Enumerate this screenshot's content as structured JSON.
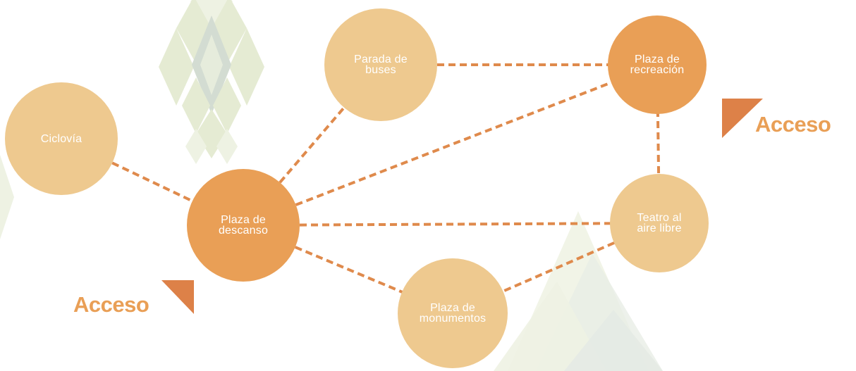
{
  "diagram": {
    "nodes": [
      {
        "id": "ciclovia",
        "label": "Ciclovía",
        "tone": "light"
      },
      {
        "id": "parada",
        "label": "Parada de\nbuses",
        "tone": "light"
      },
      {
        "id": "plaza-recreacion",
        "label": "Plaza de\nrecreación",
        "tone": "dark"
      },
      {
        "id": "plaza-descanso",
        "label": "Plaza de\ndescanso",
        "tone": "dark"
      },
      {
        "id": "teatro",
        "label": "Teatro al\naire libre",
        "tone": "light"
      },
      {
        "id": "plaza-monumentos",
        "label": "Plaza de\nmonumentos",
        "tone": "light"
      }
    ],
    "edges": [
      [
        "ciclovia",
        "plaza-descanso"
      ],
      [
        "plaza-descanso",
        "parada"
      ],
      [
        "parada",
        "plaza-recreacion"
      ],
      [
        "plaza-descanso",
        "plaza-recreacion"
      ],
      [
        "plaza-descanso",
        "teatro"
      ],
      [
        "plaza-descanso",
        "plaza-monumentos"
      ],
      [
        "plaza-monumentos",
        "teatro"
      ],
      [
        "plaza-recreacion",
        "teatro"
      ]
    ],
    "access_labels": [
      {
        "id": "access-right",
        "text": "Acceso"
      },
      {
        "id": "access-left",
        "text": "Acceso"
      }
    ]
  },
  "colors": {
    "node_light": "#eec98f",
    "node_dark": "#e99f56",
    "edge": "#df8a4c",
    "access_text": "#e99f56",
    "access_mark": "#dd8148",
    "pattern_green": "#e5ebd3",
    "pattern_green_light": "#eef2e3",
    "pattern_grey": "#d3dcd2"
  }
}
